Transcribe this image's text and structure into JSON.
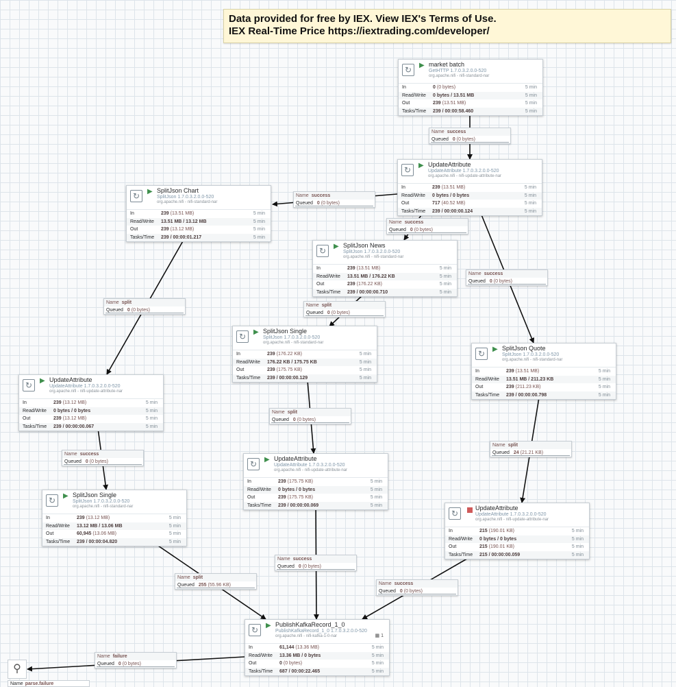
{
  "canvas_label": {
    "line1": "Data provided for free by IEX. View IEX's Terms of Use.",
    "line2": "IEX Real-Time Price   https://iextrading.com/developer/"
  },
  "stat_labels": {
    "in": "In",
    "rw": "Read/Write",
    "out": "Out",
    "tasks": "Tasks/Time"
  },
  "conn_labels": {
    "name": "Name",
    "queued": "Queued"
  },
  "icons": {
    "processor": "refresh-icon",
    "running": "play-icon",
    "stopped": "stop-icon",
    "funnel": "funnel-icon"
  },
  "colors": {
    "running": "#3f8f4d",
    "stopped": "#cf5a5a",
    "label_bg": "#fff7d7"
  },
  "processors": {
    "market_batch": {
      "name": "market batch",
      "type": "GetHTTP 1.7.0.3.2.0.0-520",
      "bundle": "org.apache.nifi - nifi-standard-nar",
      "in_c": "0",
      "in_s": "(0 bytes)",
      "rw": "0 bytes / 13.51 MB",
      "out_c": "239",
      "out_s": "(13.51 MB)",
      "tasks": "239 / 00:00:58.460",
      "period": "5 min"
    },
    "ua_main": {
      "name": "UpdateAttribute",
      "type": "UpdateAttribute 1.7.0.3.2.0.0-520",
      "bundle": "org.apache.nifi - nifi-update-attribute-nar",
      "in_c": "239",
      "in_s": "(13.51 MB)",
      "rw": "0 bytes / 0 bytes",
      "out_c": "717",
      "out_s": "(40.52 MB)",
      "tasks": "239 / 00:00:00.124",
      "period": "5 min"
    },
    "sj_chart": {
      "name": "SplitJson Chart",
      "type": "SplitJson 1.7.0.3.2.0.0-520",
      "bundle": "org.apache.nifi - nifi-standard-nar",
      "in_c": "239",
      "in_s": "(13.51 MB)",
      "rw": "13.51 MB / 13.12 MB",
      "out_c": "239",
      "out_s": "(13.12 MB)",
      "tasks": "239 / 00:00:01.217",
      "period": "5 min"
    },
    "sj_news": {
      "name": "SplitJson News",
      "type": "SplitJson 1.7.0.3.2.0.0-520",
      "bundle": "org.apache.nifi - nifi-standard-nar",
      "in_c": "239",
      "in_s": "(13.51 MB)",
      "rw": "13.51 MB / 176.22 KB",
      "out_c": "239",
      "out_s": "(176.22 KB)",
      "tasks": "239 / 00:00:00.710",
      "period": "5 min"
    },
    "sj_single_mid": {
      "name": "SplitJson Single",
      "type": "SplitJson 1.7.0.3.2.0.0-520",
      "bundle": "org.apache.nifi - nifi-standard-nar",
      "in_c": "239",
      "in_s": "(176.22 KB)",
      "rw": "176.22 KB / 175.75 KB",
      "out_c": "239",
      "out_s": "(175.75 KB)",
      "tasks": "239 / 00:00:00.129",
      "period": "5 min"
    },
    "sj_quote": {
      "name": "SplitJson Quote",
      "type": "SplitJson 1.7.0.3.2.0.0-520",
      "bundle": "org.apache.nifi - nifi-standard-nar",
      "in_c": "239",
      "in_s": "(13.51 MB)",
      "rw": "13.51 MB / 211.23 KB",
      "out_c": "239",
      "out_s": "(211.23 KB)",
      "tasks": "239 / 00:00:00.798",
      "period": "5 min"
    },
    "ua_left": {
      "name": "UpdateAttribute",
      "type": "UpdateAttribute 1.7.0.3.2.0.0-520",
      "bundle": "org.apache.nifi - nifi-update-attribute-nar",
      "in_c": "239",
      "in_s": "(13.12 MB)",
      "rw": "0 bytes / 0 bytes",
      "out_c": "239",
      "out_s": "(13.12 MB)",
      "tasks": "239 / 00:00:00.067",
      "period": "5 min"
    },
    "ua_mid": {
      "name": "UpdateAttribute",
      "type": "UpdateAttribute 1.7.0.3.2.0.0-520",
      "bundle": "org.apache.nifi - nifi-update-attribute-nar",
      "in_c": "239",
      "in_s": "(175.75 KB)",
      "rw": "0 bytes / 0 bytes",
      "out_c": "239",
      "out_s": "(175.75 KB)",
      "tasks": "239 / 00:00:00.069",
      "period": "5 min"
    },
    "sj_single_left": {
      "name": "SplitJson Single",
      "type": "SplitJson 1.7.0.3.2.0.0-520",
      "bundle": "org.apache.nifi - nifi-standard-nar",
      "in_c": "239",
      "in_s": "(13.12 MB)",
      "rw": "13.12 MB / 13.06 MB",
      "out_c": "60,945",
      "out_s": "(13.06 MB)",
      "tasks": "239 / 00:00:04.820",
      "period": "5 min"
    },
    "ua_right": {
      "name": "UpdateAttribute",
      "type": "UpdateAttribute 1.7.0.3.2.0.0-520",
      "bundle": "org.apache.nifi - nifi-update-attribute-nar",
      "in_c": "215",
      "in_s": "(190.01 KB)",
      "rw": "0 bytes / 0 bytes",
      "out_c": "215",
      "out_s": "(190.01 KB)",
      "tasks": "215 / 00:00:00.059",
      "period": "5 min"
    },
    "publish": {
      "name": "PublishKafkaRecord_1_0",
      "type": "PublishKafkaRecord_1_0 1.7.0.3.2.0.0-520",
      "bundle": "org.apache.nifi - nifi-kafka-1-0-nar",
      "in_c": "61,144",
      "in_s": "(13.36 MB)",
      "rw": "13.36 MB / 0 bytes",
      "out_c": "0",
      "out_s": "(0 bytes)",
      "tasks": "687 / 00:00:22.465",
      "period": "5 min",
      "badge": "1"
    }
  },
  "connections": {
    "c1": {
      "rel": "success",
      "count": "0",
      "size": "(0 bytes)"
    },
    "c2": {
      "rel": "success",
      "count": "0",
      "size": "(0 bytes)"
    },
    "c3": {
      "rel": "success",
      "count": "0",
      "size": "(0 bytes)"
    },
    "c4": {
      "rel": "success",
      "count": "0",
      "size": "(0 bytes)"
    },
    "c5": {
      "rel": "split",
      "count": "0",
      "size": "(0 bytes)"
    },
    "c6": {
      "rel": "split",
      "count": "0",
      "size": "(0 bytes)"
    },
    "c7": {
      "rel": "split",
      "count": "0",
      "size": "(0 bytes)"
    },
    "c8": {
      "rel": "split",
      "count": "24",
      "size": "(21.21 KB)"
    },
    "c9": {
      "rel": "success",
      "count": "0",
      "size": "(0 bytes)"
    },
    "c10": {
      "rel": "split",
      "count": "255",
      "size": "(55.96 KB)"
    },
    "c11": {
      "rel": "success",
      "count": "0",
      "size": "(0 bytes)"
    },
    "c12": {
      "rel": "success",
      "count": "0",
      "size": "(0 bytes)"
    },
    "c13": {
      "rel": "failure",
      "count": "0",
      "size": "(0 bytes)"
    }
  },
  "funnel_tail": {
    "name": "Name",
    "rel": "parse.failure"
  }
}
